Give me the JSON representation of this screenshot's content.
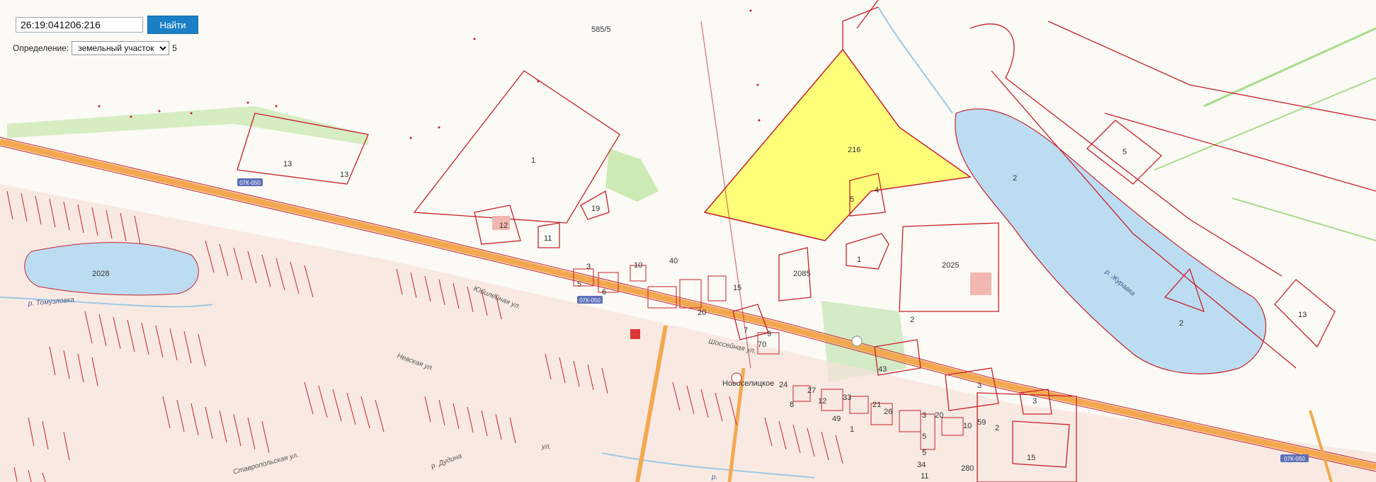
{
  "search": {
    "value": "26:19:041206:216",
    "button_label": "Найти"
  },
  "definition": {
    "label": "Определение:",
    "selected": "земельный участок",
    "suffix": "5"
  },
  "map": {
    "colors": {
      "background": "#fbfaf5",
      "parcel_stroke": "#c8202a",
      "highlight": "#ffff7a",
      "water": "#bcdcf2",
      "greenery": "#cdeab5",
      "road": "#f3a850",
      "built": "#f7e2dc"
    },
    "selected_parcel_label": "216",
    "water_labels": {
      "pond_left": "2028",
      "pond_right_1": "2",
      "pond_right_2": "2"
    },
    "river_labels": {
      "left": "р. Томузловка",
      "right": "р. Журавка",
      "bottom": "р."
    },
    "street_labels": {
      "jubilee": "Юбилейная ул.",
      "highway": "Шоссейная ул.",
      "dudina": "р. Дудина",
      "lower": "Ставропольская ул.",
      "second": "Невская ул.",
      "ul": "ул."
    },
    "road_badges": [
      "07К-050",
      "07К-050",
      "07К-050"
    ],
    "place_label": "Новоселицкое",
    "parcel_labels": {
      "p585": "585/5",
      "p13a": "13",
      "p13b": "13",
      "p1big": "1",
      "p19": "19",
      "p12": "12",
      "p11": "11",
      "p5a": "5",
      "p4": "4",
      "p2085": "2085",
      "p1small": "1",
      "p2025": "2025",
      "p5right": "5",
      "p2right": "2",
      "p13right": "13",
      "p3": "3",
      "p10": "10",
      "p5b": "5",
      "p40": "40",
      "p6": "6",
      "p20": "20",
      "p15": "15",
      "p9": "9",
      "p70": "70",
      "p7": "7",
      "p43": "43",
      "p2mid": "2",
      "p3mid": "3",
      "p3right": "3",
      "p24": "24",
      "p33": "33",
      "p21": "21",
      "p26": "26",
      "p3b": "3",
      "p20b": "20",
      "p10b": "10",
      "p59": "59",
      "p2b": "2",
      "p5c": "5",
      "p5d": "5",
      "p34": "34",
      "p11b": "11",
      "p280": "280",
      "p15b": "15",
      "p27": "27",
      "p12b": "12",
      "p49": "49",
      "p1c": "1",
      "p8": "8"
    }
  }
}
